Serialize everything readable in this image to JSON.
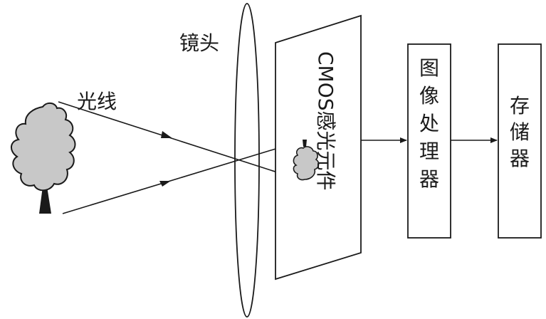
{
  "labels": {
    "lens": "镜头",
    "light": "光线",
    "sensor": "CMOS感光元件",
    "processor": "图像处理器",
    "storage": "存储器"
  },
  "colors": {
    "stroke": "#1a1a1a",
    "tree_fill": "#c8c8c8",
    "box_fill": "#ffffff"
  },
  "icons": {
    "object": "tree-icon",
    "image": "inverted-tree-icon"
  }
}
